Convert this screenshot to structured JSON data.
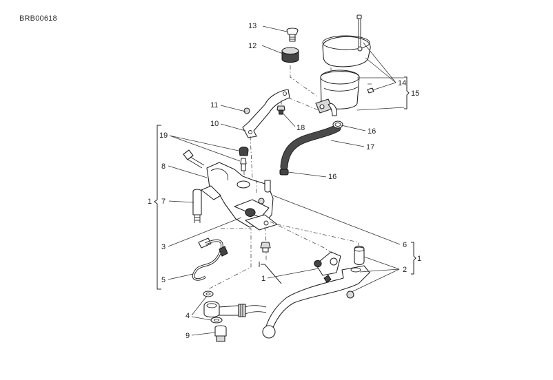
{
  "diagram_code": "BRB00618",
  "callouts": [
    {
      "id": "c13",
      "text": "13"
    },
    {
      "id": "c12",
      "text": "12"
    },
    {
      "id": "c14",
      "text": "14"
    },
    {
      "id": "c15",
      "text": "15"
    },
    {
      "id": "c11",
      "text": "11"
    },
    {
      "id": "c18",
      "text": "18"
    },
    {
      "id": "c10",
      "text": "10"
    },
    {
      "id": "c16a",
      "text": "16"
    },
    {
      "id": "c17",
      "text": "17"
    },
    {
      "id": "c19",
      "text": "19"
    },
    {
      "id": "c8",
      "text": "8"
    },
    {
      "id": "c16b",
      "text": "16"
    },
    {
      "id": "c1a",
      "text": "1"
    },
    {
      "id": "c7",
      "text": "7"
    },
    {
      "id": "c3",
      "text": "3"
    },
    {
      "id": "c6",
      "text": "6"
    },
    {
      "id": "c1b",
      "text": "1"
    },
    {
      "id": "c2",
      "text": "2"
    },
    {
      "id": "c1c",
      "text": "1"
    },
    {
      "id": "c5",
      "text": "5"
    },
    {
      "id": "c4",
      "text": "4"
    },
    {
      "id": "c9",
      "text": "9"
    }
  ]
}
